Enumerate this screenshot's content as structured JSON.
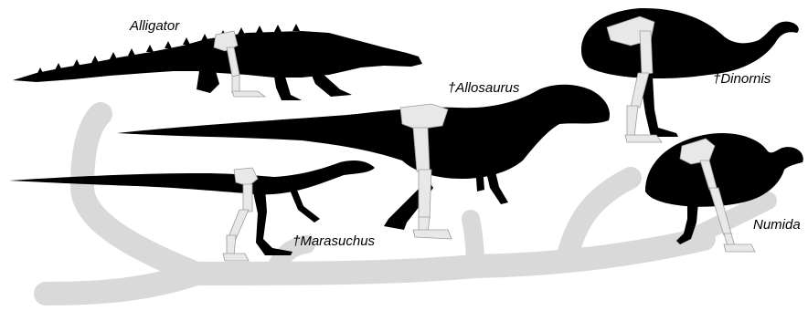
{
  "taxa": [
    {
      "key": "alligator",
      "label": "Alligator",
      "extinct": false
    },
    {
      "key": "allosaurus",
      "label": "†Allosaurus",
      "extinct": true
    },
    {
      "key": "dinornis",
      "label": "†Dinornis",
      "extinct": true
    },
    {
      "key": "marasuchus",
      "label": "†Marasuchus",
      "extinct": true
    },
    {
      "key": "numida",
      "label": "Numida",
      "extinct": false
    }
  ],
  "colors": {
    "silhouette": "#000000",
    "bone": "#e8e8e8",
    "bone_shade": "#b8b8b8",
    "tree": "#d9d9d9"
  }
}
